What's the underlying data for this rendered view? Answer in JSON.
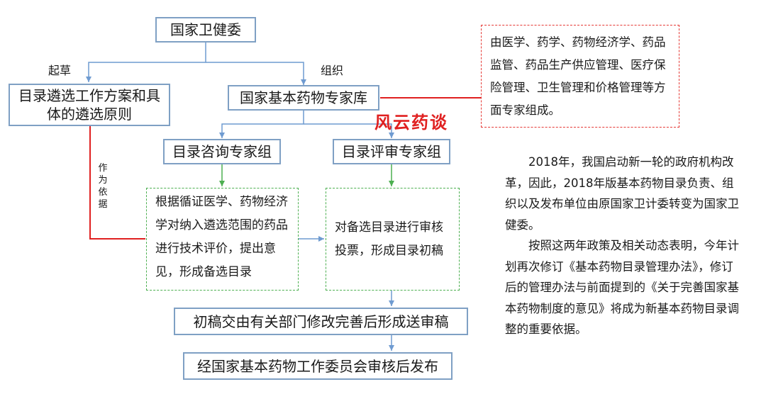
{
  "nodes": {
    "nhc": "国家卫健委",
    "plan": "目录遴选工作方案和具体的遴选原则",
    "expert_db": "国家基本药物专家库",
    "consult_group": "目录咨询专家组",
    "review_group": "目录评审专家组",
    "consult_task": "根据循证医学、药物经济学对纳入遴选范围的药品进行技术评价，提出意见，形成备选目录",
    "review_task": "对备选目录进行审核投票，形成目录初稿",
    "draft": "初稿交由有关部门修改完善后形成送审稿",
    "publish": "经国家基本药物工作委员会审核后发布"
  },
  "labels": {
    "draft_label": "起草",
    "organize_label": "组织",
    "basis_label": "作为依据"
  },
  "expert_note": "由医学、药学、药物经济学、药品监管、药品生产供应管理、医疗保险管理、卫生管理和价格管理等方面专家组成。",
  "watermark": "风云药谈",
  "paragraphs": [
    "2018年，我国启动新一轮的政府机构改革，因此，2018年版基本药物目录负责、组织以及发布单位由原国家卫计委转变为国家卫健委。",
    "按照这两年政策及相关动态表明，今年计划再次修订《基本药物目录管理办法》，修订后的管理办法与前面提到的《关于完善国家基本药物制度的意见》将成为新基本药物目录调整的重要依据。"
  ],
  "colors": {
    "blue_line": "#6f9bd1",
    "box_border": "#7fa0c4",
    "green": "#4caf50",
    "red": "#e02020"
  }
}
